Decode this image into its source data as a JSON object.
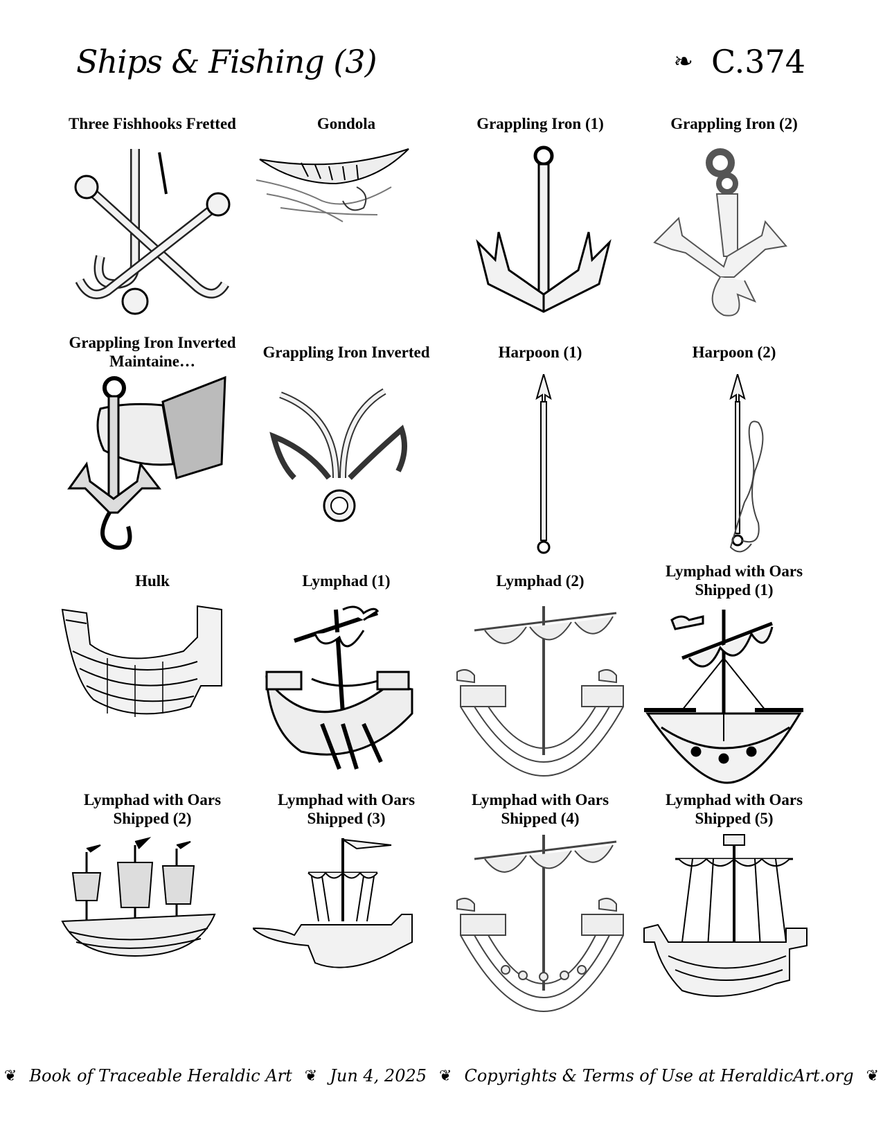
{
  "header": {
    "title": "Ships & Fishing (3)",
    "fleuron": "❧",
    "plate_number": "C.374"
  },
  "items": [
    {
      "label": "Three Fishhooks Fretted",
      "icon": "three-fishhooks-fretted"
    },
    {
      "label": "Gondola",
      "icon": "gondola"
    },
    {
      "label": "Grappling Iron (1)",
      "icon": "grappling-iron-1"
    },
    {
      "label": "Grappling Iron (2)",
      "icon": "grappling-iron-2"
    },
    {
      "label": "Grappling Iron Inverted Maintaine…",
      "icon": "grappling-iron-hand"
    },
    {
      "label": "Grappling Iron Inverted",
      "icon": "grappling-iron-inverted"
    },
    {
      "label": "Harpoon (1)",
      "icon": "harpoon-1"
    },
    {
      "label": "Harpoon (2)",
      "icon": "harpoon-2"
    },
    {
      "label": "Hulk",
      "icon": "hulk"
    },
    {
      "label": "Lymphad (1)",
      "icon": "lymphad-1"
    },
    {
      "label": "Lymphad (2)",
      "icon": "lymphad-2"
    },
    {
      "label": "Lymphad with Oars Shipped (1)",
      "icon": "lymphad-oars-1"
    },
    {
      "label": "Lymphad with Oars Shipped (2)",
      "icon": "lymphad-oars-2"
    },
    {
      "label": "Lymphad with Oars Shipped (3)",
      "icon": "lymphad-oars-3"
    },
    {
      "label": "Lymphad with Oars Shipped (4)",
      "icon": "lymphad-oars-4"
    },
    {
      "label": "Lymphad with Oars Shipped (5)",
      "icon": "lymphad-oars-5"
    }
  ],
  "footer": {
    "separator": "❦",
    "book": "Book of Traceable Heraldic Art",
    "date": "Jun 4, 2025",
    "copyright": "Copyrights & Terms of Use at HeraldicArt.org"
  }
}
